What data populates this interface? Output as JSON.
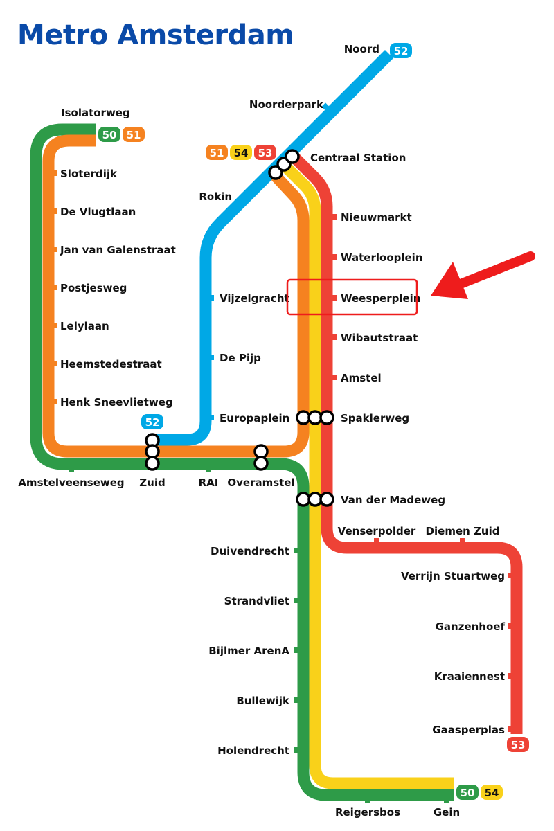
{
  "title": "Metro Amsterdam",
  "colors": {
    "line50": "#2e9b48",
    "line51": "#f58220",
    "line52": "#00a8e6",
    "line53": "#ee4236",
    "line54": "#f9d11a",
    "title": "#0a4aa8",
    "highlight": "#ee1c1c"
  },
  "badges": {
    "isolatorweg": [
      "50",
      "51"
    ],
    "centraal": [
      "51",
      "54",
      "53"
    ],
    "noord": "52",
    "zuid": "52",
    "gaasperplas": "53",
    "gein": [
      "50",
      "54"
    ]
  },
  "stations": {
    "west": [
      "Isolatorweg",
      "Sloterdijk",
      "De Vlugtlaan",
      "Jan van Galenstraat",
      "Postjesweg",
      "Lelylaan",
      "Heemstedestraat",
      "Henk Sneevlietweg"
    ],
    "south_ring": [
      "Amstelveenseweg",
      "Zuid",
      "RAI",
      "Overamstel"
    ],
    "north_south": [
      "Noord",
      "Noorderpark",
      "Rokin",
      "Vijzelgracht",
      "De Pijp",
      "Europaplein"
    ],
    "east": [
      "Centraal Station",
      "Nieuwmarkt",
      "Waterlooplein",
      "Weesperplein",
      "Wibautstraat",
      "Amstel",
      "Spaklerweg",
      "Van der Madeweg"
    ],
    "southeast": [
      "Duivendrecht",
      "Strandvliet",
      "Bijlmer ArenA",
      "Bullewijk",
      "Holendrecht",
      "Reigersbos",
      "Gein"
    ],
    "gaasperplas_branch": [
      "Venserpolder",
      "Diemen Zuid",
      "Verrijn Stuartweg",
      "Ganzenhoef",
      "Kraaiennest",
      "Gaasperplas"
    ]
  },
  "highlighted_station": "Weesperplein"
}
